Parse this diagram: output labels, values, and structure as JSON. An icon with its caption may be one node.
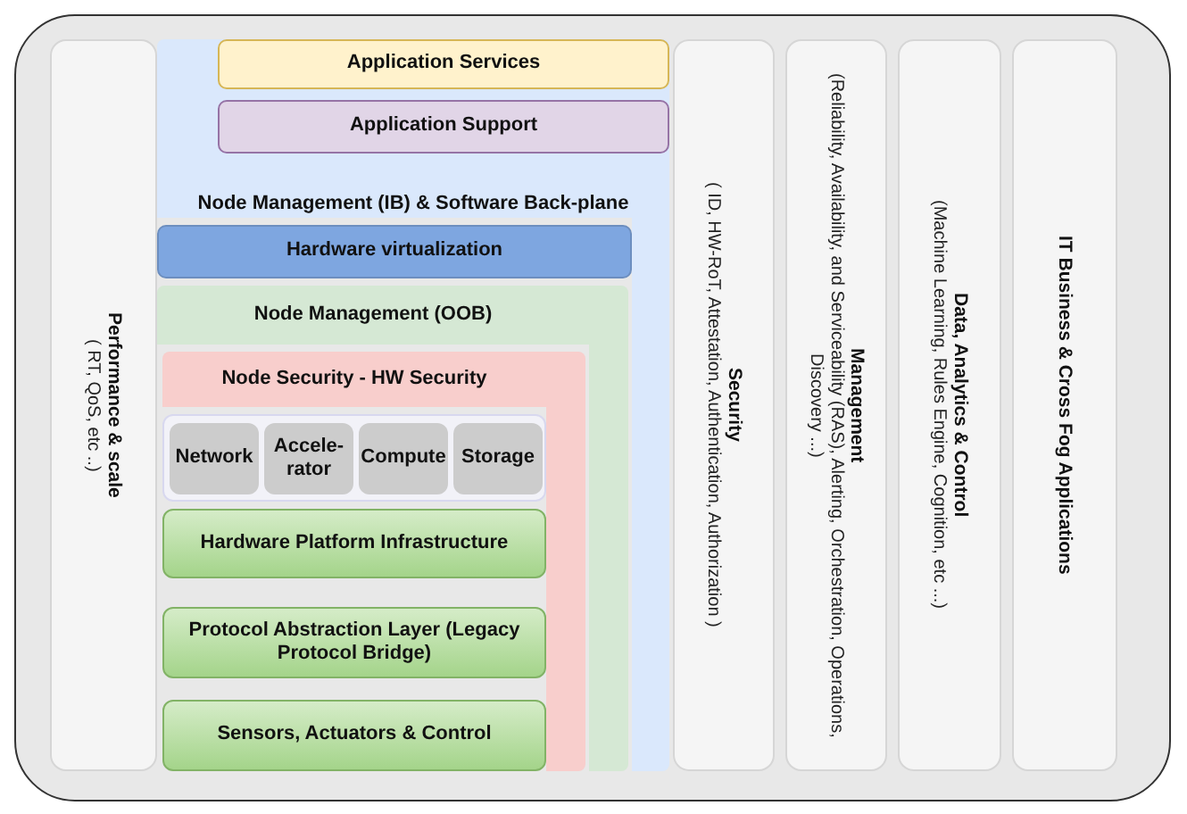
{
  "diagram": {
    "nodes": [
      {
        "text": [
          "Performance & scale",
          "( RT, QoS, etc ..)"
        ]
      },
      {
        "text": [
          "Node Management (IB) & Software Back-plane"
        ]
      },
      {
        "text": [
          "Application Services"
        ],
        "in": 1
      },
      {
        "text": [
          "Application Support"
        ],
        "in": 1
      },
      {
        "text": [
          "Hardware virtualization"
        ],
        "in": 1
      },
      {
        "text": [
          "Node Management (OOB)"
        ],
        "in": 1
      },
      {
        "text": [
          "Node Security - HW Security"
        ],
        "in": 5
      },
      {
        "text": [],
        "shape": "box",
        "in": 6
      },
      {
        "text": [
          "Network"
        ],
        "in": 7
      },
      {
        "text": [
          "Accele- rator"
        ],
        "in": 7
      },
      {
        "text": [
          "Compute"
        ],
        "in": 7
      },
      {
        "text": [
          "Storage"
        ],
        "in": 7
      },
      {
        "text": [
          "Hardware Platform Infrastructure"
        ],
        "in": 6
      },
      {
        "text": [
          "Protocol Abstraction Layer (Legacy Protocol Bridge)"
        ],
        "in": 6
      },
      {
        "text": [
          "Sensors, Actuators & Control"
        ],
        "in": 6
      },
      {
        "text": [
          "Security",
          "( ID, HW-RoT, Attestation, Authentication, Authorization )"
        ]
      },
      {
        "text": [
          "Management",
          "(Reliability, Availability, and Serviceability (RAS), Alerting, Orchestration, Operations, Discovery ...)"
        ]
      },
      {
        "text": [
          "Data, Analytics & Control",
          "(Machine Learning, Rules Engine, Cognition, etc ...)"
        ]
      },
      {
        "text": [
          "IT Business & Cross Fog Applications"
        ]
      }
    ]
  }
}
